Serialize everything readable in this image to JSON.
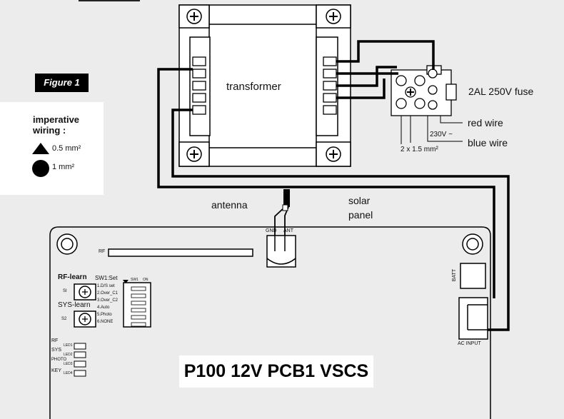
{
  "figure": {
    "label": "Figure 1"
  },
  "legend": {
    "title": "imperative wiring :",
    "triangle_text": "0.5 mm²",
    "circle_text": "1 mm²"
  },
  "labels": {
    "transformer": "transformer",
    "fuse": "2AL 250V fuse",
    "red_wire": "red wire",
    "blue_wire": "blue wire",
    "voltage": "230V ~",
    "wire_spec": "2 x 1.5 mm²",
    "antenna": "antenna",
    "solar_panel_line1": "solar",
    "solar_panel_line2": "panel"
  },
  "pcb": {
    "model": "P100 12V PCB1 VSCS",
    "gnd": "GND",
    "ant": "ANT",
    "rf_strip": "RF",
    "batt": "BATT",
    "ac_input": "AC INPUT",
    "rf_learn": "RF-learn",
    "sys_learn": "SYS-learn",
    "s1": "SI",
    "s2": "S2",
    "sw1_title": "SW1:Set",
    "sw1_head": "SW1",
    "sw1_on": "ON",
    "switch_items": [
      "1.D/S set",
      "2.Over_C1",
      "3.Over_C2",
      "4.Auto",
      "5.Photo",
      "6.NONE"
    ],
    "leds": [
      {
        "name": "RF",
        "id": "LED1"
      },
      {
        "name": "SYS",
        "id": "LED2"
      },
      {
        "name": "PHOTO",
        "id": "LED3"
      },
      {
        "name": "KEY",
        "id": "LED4"
      }
    ]
  },
  "colors": {
    "background": "#ececec",
    "line": "#000000",
    "badge": "#000000"
  }
}
